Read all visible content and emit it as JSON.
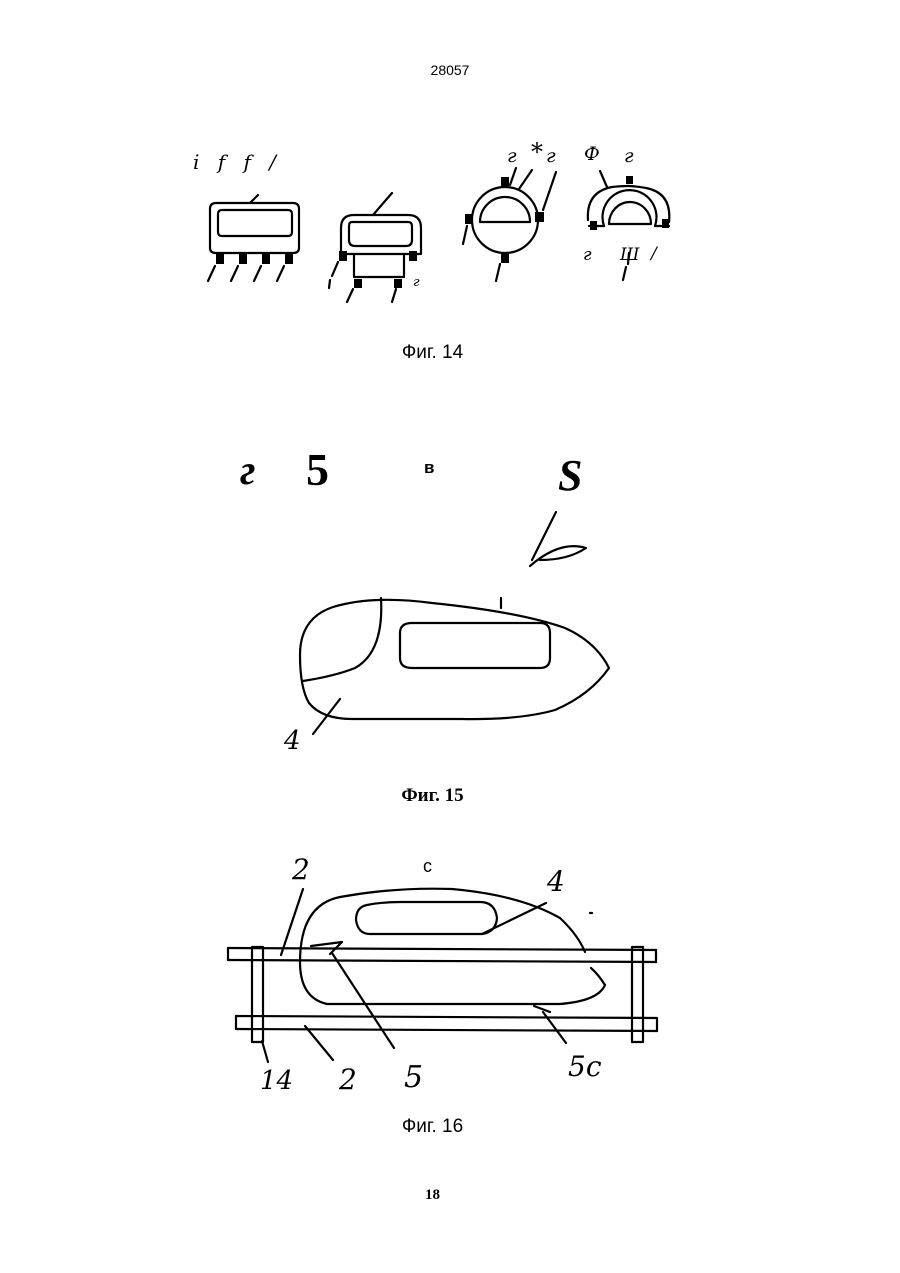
{
  "header": {
    "doc_number": "28057"
  },
  "fig14": {
    "caption": "Фиг. 14",
    "labels": {
      "top_left": "i f f /",
      "g_a": "г",
      "star": "*",
      "g_b": "г",
      "phi": "Ф",
      "g_c": "г",
      "g_d": "г",
      "sh": "Ш",
      "slash": "/",
      "small_r": "г"
    }
  },
  "fig15": {
    "caption": "Фиг. 15",
    "labels": {
      "g": "г",
      "five": "5",
      "v": "в",
      "s": "S",
      "four": "4"
    }
  },
  "fig16": {
    "caption": "Фиг. 16",
    "labels": {
      "c": "с",
      "two_top": "2",
      "four": "4",
      "fourteen": "14",
      "two_bottom": "2",
      "five": "5",
      "five_c": "5с"
    }
  },
  "footer": {
    "page_number": "18"
  }
}
